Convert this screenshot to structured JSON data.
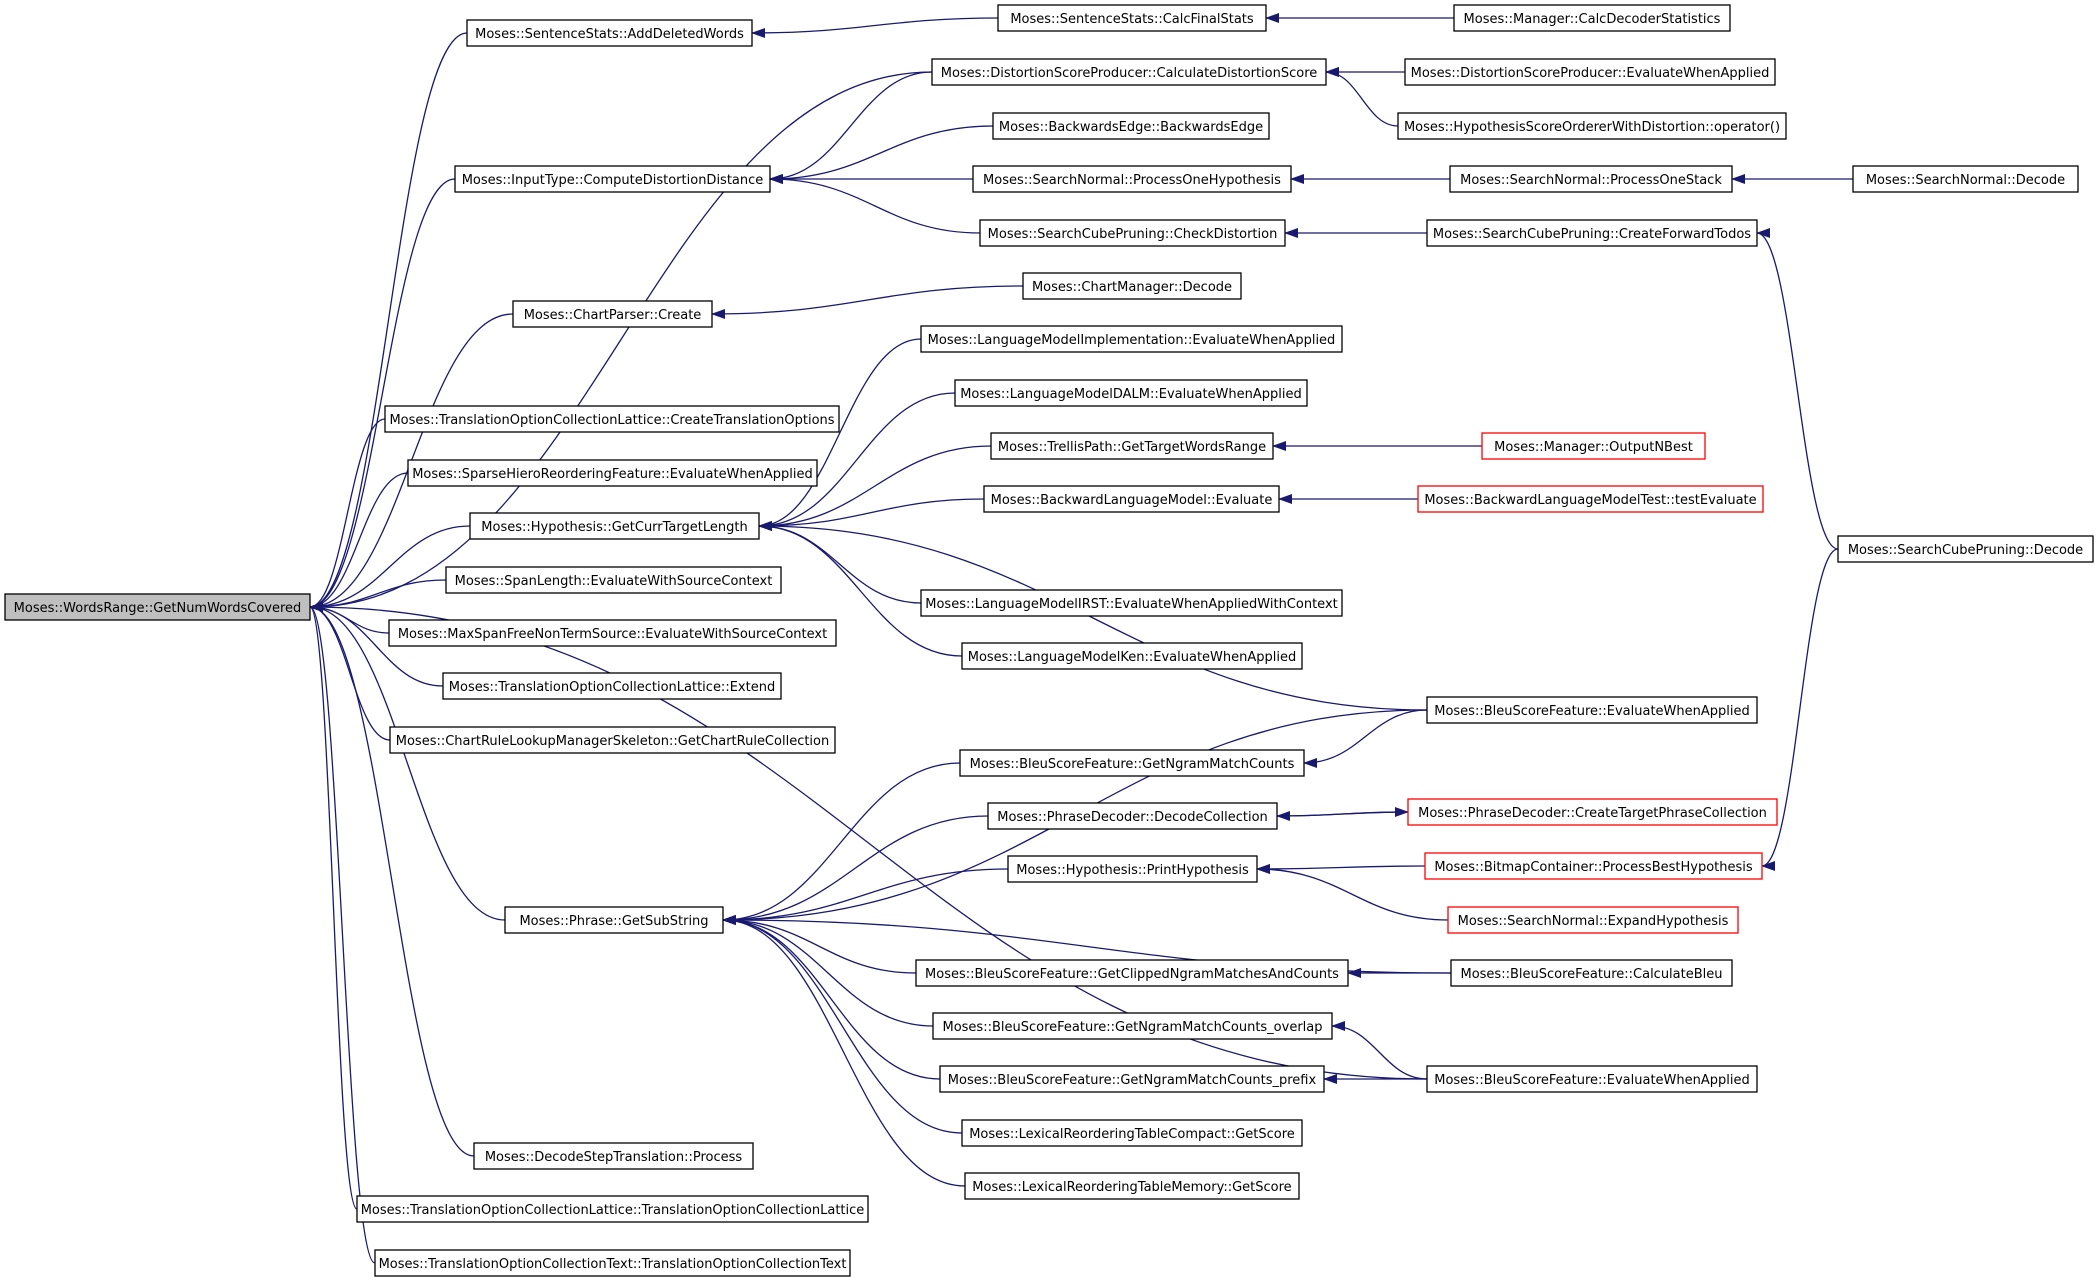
{
  "colors": {
    "edge": "#191970",
    "box_border": "#000000",
    "truncated_border": "#ff0000",
    "root_fill": "#bfbfbf",
    "node_fill": "#ffffff"
  },
  "nodes": [
    {
      "id": "root",
      "label": "Moses::WordsRange::GetNumWordsCovered",
      "style": "root"
    },
    {
      "id": "n1",
      "label": "Moses::SentenceStats::AddDeletedWords"
    },
    {
      "id": "n2",
      "label": "Moses::SentenceStats::CalcFinalStats"
    },
    {
      "id": "n3",
      "label": "Moses::Manager::CalcDecoderStatistics"
    },
    {
      "id": "n4",
      "label": "Moses::DistortionScoreProducer::CalculateDistortionScore"
    },
    {
      "id": "n5",
      "label": "Moses::DistortionScoreProducer::EvaluateWhenApplied"
    },
    {
      "id": "n6",
      "label": "Moses::HypothesisScoreOrdererWithDistortion::operator()"
    },
    {
      "id": "n7",
      "label": "Moses::BackwardsEdge::BackwardsEdge"
    },
    {
      "id": "n8",
      "label": "Moses::InputType::ComputeDistortionDistance"
    },
    {
      "id": "n9",
      "label": "Moses::SearchNormal::ProcessOneHypothesis"
    },
    {
      "id": "n10",
      "label": "Moses::SearchNormal::ProcessOneStack"
    },
    {
      "id": "n11",
      "label": "Moses::SearchNormal::Decode"
    },
    {
      "id": "n12",
      "label": "Moses::SearchCubePruning::CheckDistortion"
    },
    {
      "id": "n13",
      "label": "Moses::SearchCubePruning::CreateForwardTodos"
    },
    {
      "id": "n14",
      "label": "Moses::ChartManager::Decode"
    },
    {
      "id": "n15",
      "label": "Moses::ChartParser::Create"
    },
    {
      "id": "n16",
      "label": "Moses::LanguageModelImplementation::EvaluateWhenApplied"
    },
    {
      "id": "n17",
      "label": "Moses::LanguageModelDALM::EvaluateWhenApplied"
    },
    {
      "id": "n18",
      "label": "Moses::TranslationOptionCollectionLattice::CreateTranslationOptions"
    },
    {
      "id": "n19",
      "label": "Moses::TrellisPath::GetTargetWordsRange"
    },
    {
      "id": "n20",
      "label": "Moses::Manager::OutputNBest",
      "style": "truncated"
    },
    {
      "id": "n21",
      "label": "Moses::SparseHieroReorderingFeature::EvaluateWhenApplied"
    },
    {
      "id": "n22",
      "label": "Moses::BackwardLanguageModel::Evaluate"
    },
    {
      "id": "n23",
      "label": "Moses::BackwardLanguageModelTest::testEvaluate",
      "style": "truncated"
    },
    {
      "id": "n24",
      "label": "Moses::Hypothesis::GetCurrTargetLength"
    },
    {
      "id": "n25",
      "label": "Moses::SearchCubePruning::Decode"
    },
    {
      "id": "n26",
      "label": "Moses::SpanLength::EvaluateWithSourceContext"
    },
    {
      "id": "n27",
      "label": "Moses::LanguageModelIRST::EvaluateWhenAppliedWithContext"
    },
    {
      "id": "n28",
      "label": "Moses::MaxSpanFreeNonTermSource::EvaluateWithSourceContext"
    },
    {
      "id": "n29",
      "label": "Moses::LanguageModelKen::EvaluateWhenApplied"
    },
    {
      "id": "n30",
      "label": "Moses::TranslationOptionCollectionLattice::Extend"
    },
    {
      "id": "n31",
      "label": "Moses::BleuScoreFeature::EvaluateWhenApplied"
    },
    {
      "id": "n32",
      "label": "Moses::ChartRuleLookupManagerSkeleton::GetChartRuleCollection"
    },
    {
      "id": "n33",
      "label": "Moses::BleuScoreFeature::GetNgramMatchCounts"
    },
    {
      "id": "n34",
      "label": "Moses::PhraseDecoder::DecodeCollection"
    },
    {
      "id": "n35",
      "label": "Moses::PhraseDecoder::CreateTargetPhraseCollection",
      "style": "truncated"
    },
    {
      "id": "n36",
      "label": "Moses::Hypothesis::PrintHypothesis"
    },
    {
      "id": "n37",
      "label": "Moses::BitmapContainer::ProcessBestHypothesis",
      "style": "truncated"
    },
    {
      "id": "n38",
      "label": "Moses::Phrase::GetSubString"
    },
    {
      "id": "n39",
      "label": "Moses::SearchNormal::ExpandHypothesis",
      "style": "truncated"
    },
    {
      "id": "n40",
      "label": "Moses::BleuScoreFeature::GetClippedNgramMatchesAndCounts"
    },
    {
      "id": "n41",
      "label": "Moses::BleuScoreFeature::CalculateBleu"
    },
    {
      "id": "n42",
      "label": "Moses::BleuScoreFeature::GetNgramMatchCounts_overlap"
    },
    {
      "id": "n43",
      "label": "Moses::BleuScoreFeature::GetNgramMatchCounts_prefix"
    },
    {
      "id": "n44",
      "label": "Moses::BleuScoreFeature::EvaluateWhenApplied"
    },
    {
      "id": "n45",
      "label": "Moses::LexicalReorderingTableCompact::GetScore"
    },
    {
      "id": "n46",
      "label": "Moses::LexicalReorderingTableMemory::GetScore"
    },
    {
      "id": "n47",
      "label": "Moses::DecodeStepTranslation::Process"
    },
    {
      "id": "n48",
      "label": "Moses::TranslationOptionCollectionLattice::TranslationOptionCollectionLattice"
    },
    {
      "id": "n49",
      "label": "Moses::TranslationOptionCollectionText::TranslationOptionCollectionText"
    }
  ],
  "edges": [
    [
      "n1",
      "root"
    ],
    [
      "n4",
      "root"
    ],
    [
      "n8",
      "root"
    ],
    [
      "n15",
      "root"
    ],
    [
      "n18",
      "root"
    ],
    [
      "n21",
      "root"
    ],
    [
      "n24",
      "root"
    ],
    [
      "n26",
      "root"
    ],
    [
      "n28",
      "root"
    ],
    [
      "n30",
      "root"
    ],
    [
      "n32",
      "root"
    ],
    [
      "n38",
      "root"
    ],
    [
      "n44",
      "root"
    ],
    [
      "n47",
      "root"
    ],
    [
      "n48",
      "root"
    ],
    [
      "n49",
      "root"
    ],
    [
      "n2",
      "n1"
    ],
    [
      "n3",
      "n2"
    ],
    [
      "n5",
      "n4"
    ],
    [
      "n6",
      "n4"
    ],
    [
      "n4",
      "n8"
    ],
    [
      "n7",
      "n8"
    ],
    [
      "n9",
      "n8"
    ],
    [
      "n12",
      "n8"
    ],
    [
      "n10",
      "n9"
    ],
    [
      "n11",
      "n10"
    ],
    [
      "n13",
      "n12"
    ],
    [
      "n25",
      "n13"
    ],
    [
      "n14",
      "n15"
    ],
    [
      "n16",
      "n24"
    ],
    [
      "n17",
      "n24"
    ],
    [
      "n19",
      "n24"
    ],
    [
      "n22",
      "n24"
    ],
    [
      "n27",
      "n24"
    ],
    [
      "n29",
      "n24"
    ],
    [
      "n31",
      "n24"
    ],
    [
      "n20",
      "n19"
    ],
    [
      "n23",
      "n22"
    ],
    [
      "n31",
      "n38"
    ],
    [
      "n33",
      "n38"
    ],
    [
      "n34",
      "n38"
    ],
    [
      "n36",
      "n38"
    ],
    [
      "n41",
      "n38"
    ],
    [
      "n40",
      "n38"
    ],
    [
      "n42",
      "n38"
    ],
    [
      "n43",
      "n38"
    ],
    [
      "n45",
      "n38"
    ],
    [
      "n46",
      "n38"
    ],
    [
      "n31",
      "n33"
    ],
    [
      "n35",
      "n34"
    ],
    [
      "n34",
      "n35"
    ],
    [
      "n37",
      "n36"
    ],
    [
      "n39",
      "n36"
    ],
    [
      "n41",
      "n40"
    ],
    [
      "n44",
      "n42"
    ],
    [
      "n44",
      "n43"
    ],
    [
      "n25",
      "n37"
    ]
  ]
}
